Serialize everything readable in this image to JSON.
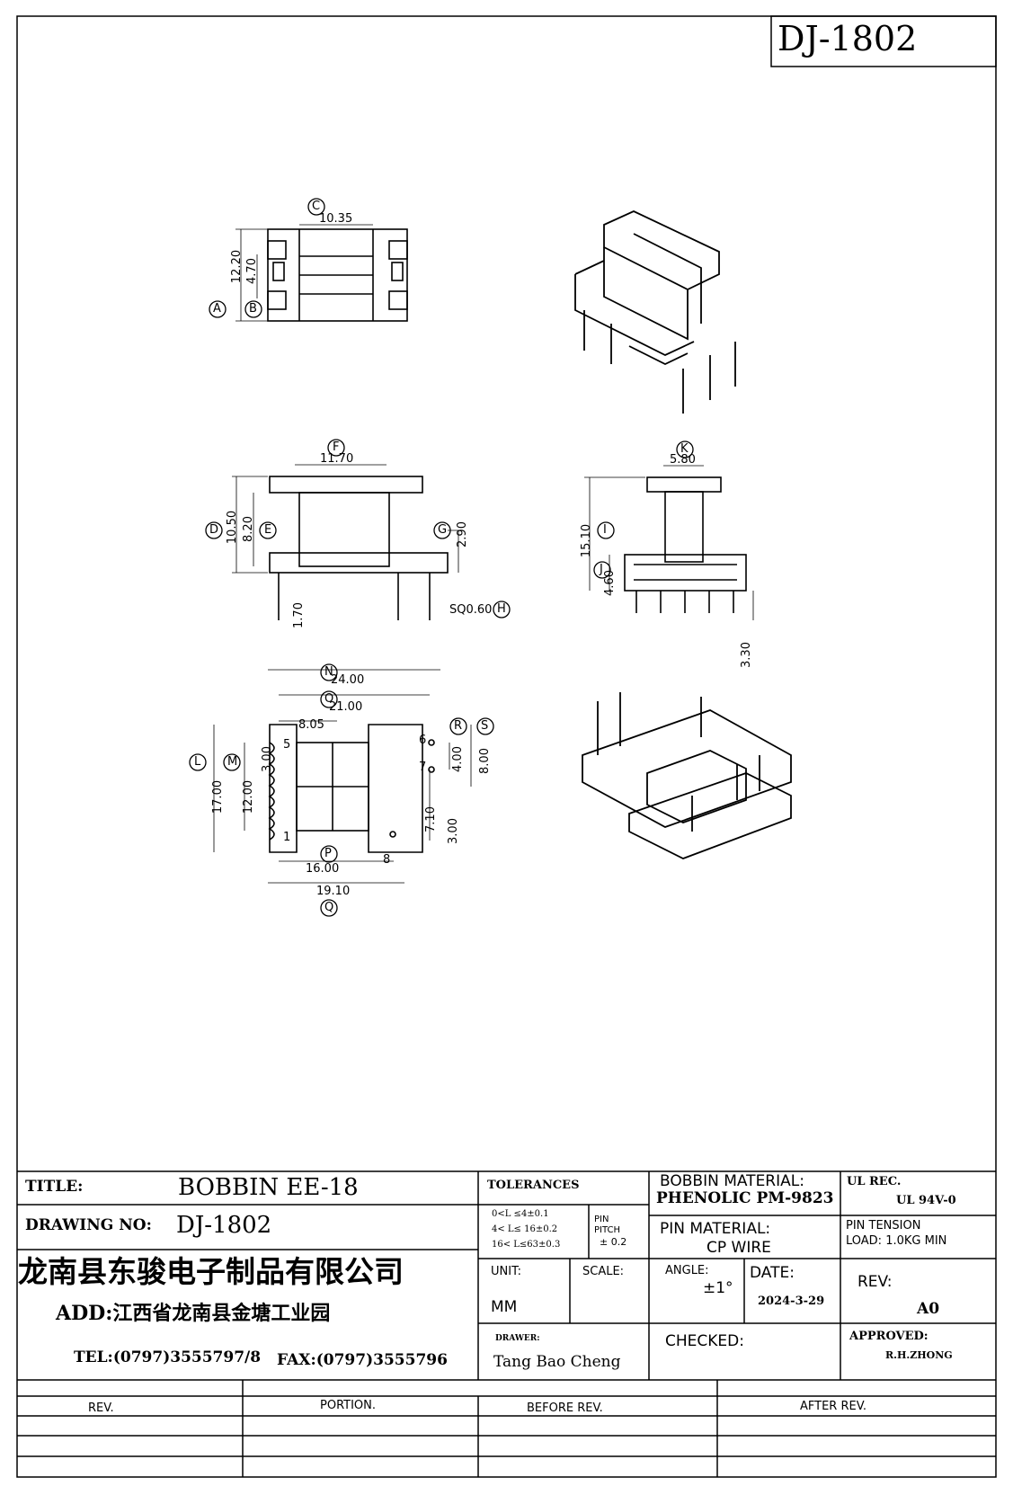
{
  "drawing_number_header": "DJ-1802",
  "title_block": {
    "title_label": "TITLE:",
    "title_value": "BOBBIN EE-18",
    "drawing_no_label": "DRAWING NO:",
    "drawing_no_value": "DJ-1802",
    "company_name": "龙南县东骏电子制品有限公司",
    "address": "ADD:江西省龙南县金塘工业园",
    "tel": "TEL:(0797)3555797/8",
    "fax": "FAX:(0797)3555796",
    "tolerances_label": "TOLERANCES",
    "tolerance_1": "0<L ≤4±0.1",
    "tolerance_2": "4< L≤  16±0.2",
    "tolerance_3": "16< L≤63±0.3",
    "pin_pitch_label_1": "PIN",
    "pin_pitch_label_2": "PITCH",
    "pin_pitch_value": "± 0.2",
    "bobbin_material_label": "BOBBIN MATERIAL:",
    "bobbin_material_value": "PHENOLIC  PM-9823",
    "ul_rec_label": "UL REC.",
    "ul_rec_value": "UL  94V-0",
    "pin_material_label": "PIN MATERIAL:",
    "pin_material_value": "CP WIRE",
    "pin_tension_label": "PIN TENSION",
    "pin_tension_value": "LOAD:  1.0KG MIN",
    "unit_label": "UNIT:",
    "unit_value": "MM",
    "scale_label": "SCALE:",
    "angle_label": "ANGLE:",
    "angle_value": "±1°",
    "date_label": "DATE:",
    "date_value": "2024-3-29",
    "rev_label": "REV:",
    "rev_value": "A0",
    "drawer_label": "DRAWER:",
    "drawer_value": "Tang Bao Cheng",
    "checked_label": "CHECKED:",
    "approved_label": "APPROVED:",
    "approved_value": "R.H.ZHONG"
  },
  "revision_table": {
    "headers": [
      "REV.",
      "PORTION.",
      "BEFORE REV.",
      "AFTER REV."
    ]
  },
  "dimensions": {
    "top_view": {
      "C": "10.35",
      "A": "12.20",
      "B": "4.70"
    },
    "front_view": {
      "F": "11.70",
      "D": "10.50",
      "E": "8.20",
      "G": "2.90",
      "pin_length": "1.70",
      "H": "SQ0.60"
    },
    "side_view": {
      "K": "5.80",
      "I": "15.10",
      "J": "4.60",
      "pin_length": "3.30"
    },
    "bottom_view": {
      "N": "24.00",
      "O": "21.00",
      "core_width": "8.05",
      "L": "17.00",
      "M": "12.00",
      "pin_pitch": "3.00",
      "R": "4.00",
      "S": "8.00",
      "side_length": "7.10",
      "side_pitch": "3.00",
      "P": "16.00",
      "Q": "19.10"
    },
    "pin_numbers": [
      "1",
      "5",
      "6",
      "7",
      "8"
    ]
  },
  "balloons": [
    "A",
    "B",
    "C",
    "D",
    "E",
    "F",
    "G",
    "H",
    "I",
    "J",
    "K",
    "L",
    "M",
    "N",
    "O",
    "P",
    "Q",
    "R",
    "S"
  ]
}
